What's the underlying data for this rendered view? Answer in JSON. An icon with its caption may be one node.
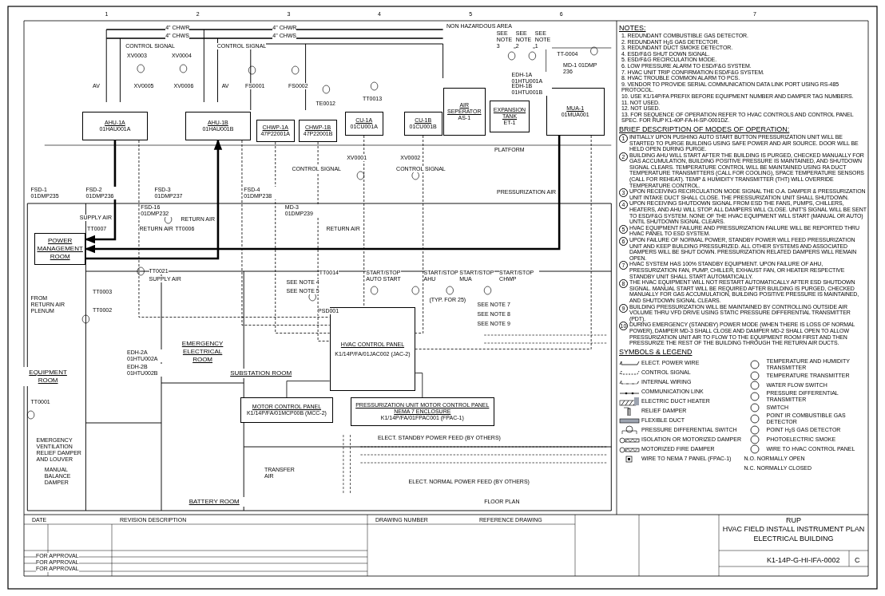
{
  "diagram": {
    "title": "HVAC FIELD INSTALL INSTRUMENT PLAN",
    "nodes": [
      {
        "text": [
          "AHU-1A",
          "01HAU001A"
        ]
      },
      {
        "text": [
          "AHU-1B",
          "01HAU001B"
        ]
      },
      {
        "text": [
          "CHWP-1A",
          "47P22001A"
        ]
      },
      {
        "text": [
          "CHWP-1B",
          "47P22001B"
        ]
      },
      {
        "text": [
          "CU-1A",
          "01CU001A"
        ]
      },
      {
        "text": [
          "CU-1B",
          "01CU001B"
        ]
      },
      {
        "text": [
          "AIR SEPERATOR",
          "AS-1"
        ]
      },
      {
        "text": [
          "EXPANSION TANK",
          "ET-1"
        ]
      },
      {
        "text": [
          "MUA-1",
          "01MUA001"
        ]
      },
      {
        "text": [
          "POWER MANAGEMENT ROOM"
        ]
      },
      {
        "text": [
          "EMERGENCY ELECTRICAL ROOM"
        ]
      },
      {
        "text": [
          "EQUIPMENT ROOM"
        ]
      },
      {
        "text": [
          "SUBSTATION ROOM"
        ]
      },
      {
        "text": [
          "BATTERY ROOM"
        ]
      },
      {
        "text": [
          "HVAC CONTROL PANEL",
          "K1/14P/FA/01JAC002 (JAC-2)"
        ]
      },
      {
        "text": [
          "MOTOR CONTROL PANEL",
          "K1/14P/FA/01MCP00B (MCC-2)"
        ]
      },
      {
        "text": [
          "PRESSURIZATION UNIT MOTOR CONTROL PANEL NEMA 7 ENCLOSURE",
          "K1/14P/FA/01FPAC001 (FPAC-1)"
        ]
      }
    ],
    "edges": [
      {
        "from": 0,
        "to": 9,
        "arrow": "to",
        "label": "SUPPLY AIR",
        "style": "thick"
      },
      {
        "from": 9,
        "to": 1,
        "arrow": "to",
        "label": "RETURN AIR",
        "style": "thick"
      },
      {
        "from": 8,
        "to": 9,
        "arrow": "to",
        "label": "PRESSURIZATION AIR",
        "style": "thick"
      },
      {
        "from": 0,
        "to": 14,
        "arrow": "none",
        "style": "dashed"
      },
      {
        "from": 1,
        "to": 14,
        "arrow": "none",
        "style": "dashed"
      },
      {
        "from": 4,
        "to": 14,
        "arrow": "none",
        "style": "dashed"
      },
      {
        "from": 5,
        "to": 14,
        "arrow": "none",
        "style": "dashed"
      },
      {
        "from": 8,
        "to": 14,
        "arrow": "none",
        "style": "dashed"
      },
      {
        "from": 2,
        "to": 14,
        "arrow": "none",
        "style": "dashed"
      },
      {
        "from": 3,
        "to": 14,
        "arrow": "none",
        "style": "dashed"
      },
      {
        "from": 15,
        "to": 14,
        "arrow": "none"
      },
      {
        "from": 16,
        "to": 14,
        "arrow": "none"
      }
    ],
    "labels": [
      "1",
      "2",
      "3",
      "4",
      "5",
      "6",
      "7",
      "4\" CHWR",
      "4\" CHWS",
      "CONTROL SIGNAL",
      "CONTROL SIGNAL",
      "XV0003",
      "XV0004",
      "AV",
      "XV0005",
      "XV0006",
      "AV",
      "4\" CHWR",
      "4\" CHWS",
      "FS0001",
      "FS0002",
      "TE0012",
      "TT0013",
      "NON HAZARDOUS AREA",
      "SEE NOTE 3",
      "SEE NOTE 2",
      "SEE NOTE 1",
      "TT-0004",
      "MD-1 01DMP 236",
      "EDH-1A 01HTU001A",
      "EDH-1B 01HTU001B",
      "XV0001",
      "CONTROL SIGNAL",
      "XV0002",
      "CONTROL SIGNAL",
      "PLATFORM",
      "FSD-1 01DMP235",
      "FSD-2 01DMP236",
      "FSD-3 01DMP237",
      "FSD-4 01DMP238",
      "TT0007",
      "TT0006",
      "FSD-16 01DMP232",
      "RETURN AIR",
      "TT0021",
      "SUPPLY AIR",
      "MD-3 01DMP239",
      "RETURN AIR",
      "TT0014",
      "SEE NOTE 4",
      "SEE NOTE 5",
      "START/STOP AUTO START",
      "START/STOP AHU",
      "START/STOP MUA",
      "START/STOP CHWP",
      "SEE NOTE 7",
      "SEE NOTE 8",
      "SEE NOTE 9",
      "(TYP. FOR 25)",
      "PSD001",
      "ELECT. STANDBY POWER FEED (BY OTHERS)",
      "EMERGENCY VENTILATION RELIEF DAMPER AND LOUVER",
      "MANUAL BALANCE DAMPER",
      "TRANSFER AIR",
      "ELECT. NORMAL POWER FEED (BY OTHERS)",
      "FLOOR PLAN",
      "FROM RETURN AIR PLENUM",
      "EDH-2A 01HTU002A",
      "EDH-2B 01HTU002B",
      "TT0002",
      "TT0001",
      "TT0003",
      "DATE",
      "REVISION DESCRIPTION",
      "DRAWING NUMBER",
      "REFERENCE DRAWING",
      "FOR APPROVAL",
      "FOR APPROVAL",
      "FOR APPROVAL",
      "RUP",
      "ELECTRICAL BUILDING",
      "K1-14P-G-HI-IFA-0002",
      "C",
      "NOTES:",
      "1. REDUNDANT COMBUSTIBLE GAS DETECTOR.",
      "2. REDUNDANT H$_{2}$S GAS DETECTOR.",
      "3. REDUNDANT DUCT SMOKE DETECTOR.",
      "4. ESD/F&G SHUT DOWN SIGNAL.",
      "5. ESD/F&G RECIRCULATION MODE.",
      "6. LOW PRESSURE ALARM TO ESD/F&G SYSTEM.",
      "7. HVAC UNIT TRIP CONFIRMATION ESD/F&G SYSTEM.",
      "8. HVAC TROUBLE COMMON ALARM TO PCS.",
      "9. VENDOR TO PROVIDE SERIAL COMMUNICATION DATA LINK PORT USING RS-485 PROTOCOL.",
      "10. USE K1/14P/FA PREFIX BEFORE EQUIPMENT NUMBER AND DAMPER TAG NUMBERS.",
      "11. NOT USED.",
      "12. NOT USED.",
      "13. FOR SEQUENCE OF OPERATION REFER TO HVAC CONTROLS AND CONTROL PANEL SPEC. FOR RUP K1-40P-FA-H-SP-0001DZ.",
      "BRIEF DESCRIPTION OF MODES OF OPERATION:",
      "1",
      "INITIALLY UPON PUSHING AUTO START BUTTON PRESSURIZATION UNIT WILL BE STARTED TO PURGE BUILDING USING SAFE POWER AND AIR SOURCE. DOOR WILL BE HELD OPEN DURING PURGE.",
      "2",
      "BUILDING AHU WILL START AFTER THE BUILDING IS PURGED, CHECKED MANUALLY FOR GAS ACCUMULATION, BUILDING POSITIVE PRESSURE IS MAINTAINED, AND SHUTDOWN SIGNAL CLEARS. TEMPERATURE CONTROL WILL BE MAINTAINED USING RA DUCT TEMPERATURE TRANSMITTERS (CALL FOR COOLING), SPACE TEMPERATURE SENSORS (CALL FOR REHEAT). TEMP & HUMIDITY TRANSMITTER (THT) WILL OVERRIDE TEMPERATURE CONTROL.",
      "3",
      "UPON RECEIVING RECIRCULATION MODE SIGNAL THE O.A. DAMPER & PRESSURIZATION UNIT INTAKE DUCT SHALL CLOSE. THE PRESSURIZATION UNIT SHALL SHUTDOWN.",
      "4",
      "UPON RECEIVING SHUTDOWN SIGNAL FROM ESD THE FANS, PUMPS, CHILLERS, HEATERS, AND AHU WILL STOP. ALL DAMPERS WILL CLOSE. UNIT'S SIGNAL WILL BE SENT TO ESD/F&G SYSTEM. NONE OF THE HVAC EQUIPMENT WILL START (MANUAL OR AUTO) UNTIL SHUTDOWN SIGNAL CLEARS.",
      "5",
      "HVAC EQUIPMENT FAILURE AND PRESSURIZATION FAILURE WILL BE REPORTED THRU HVAC PANEL TO ESD SYSTEM.",
      "6",
      "UPON FAILURE OF NORMAL POWER, STANDBY POWER WILL FEED PRESSURIZATION UNIT AND KEEP BUILDING PRESSURIZED. ALL OTHER SYSTEMS AND ASSOCIATED DAMPERS WILL BE SHUT DOWN. PRESSURIZATION RELATED DAMPERS WILL REMAIN OPEN.",
      "7",
      "HVAC SYSTEM HAS 100% STANDBY EQUIPMENT. UPON FAILURE OF AHU, PRESSURIZATION FAN, PUMP, CHILLER, EXHAUST FAN, OR HEATER RESPECTIVE STANDBY UNIT SHALL START AUTOMATICALLY.",
      "8",
      "THE HVAC EQUIPMENT WILL NOT RESTART AUTOMATICALLY AFTER ESD SHUTDOWN SIGNAL. MANUAL START WILL BE REQUIRED AFTER BUILDING IS PURGED, CHECKED MANUALLY FOR GAS ACCUMULATION, BUILDING POSITIVE PRESSURE IS MAINTAINED, AND SHUTDOWN SIGNAL CLEARS.",
      "9",
      "BUILDING PRESSURIZATION WILL BE MAINTAINED BY CONTROLLING OUTSIDE AIR VOLUME THRU VFD DRIVE USING STATIC PRESSURE DIFFERENTIAL TRANSMITTER (PDT).",
      "10",
      "DURING EMERGENCY (STANDBY) POWER MODE (WHEN THERE IS LOSS OF NORMAL POWER), DAMPER MD-3 SHALL CLOSE AND DAMPER MD-2 SHALL OPEN TO ALLOW PRESSURIZATION UNIT AIR TO FLOW TO THE EQUIPMENT ROOM FIRST AND THEN PRESSURIZE THE REST OF THE BUILDING THROUGH THE RETURN AIR DUCTS.",
      "SYMBOLS & LEGEND"
    ],
    "legend": [
      {
        "text": "ELECT. POWER WIRE"
      },
      {
        "text": "CONTROL SIGNAL"
      },
      {
        "text": "INTERNAL WIRING"
      },
      {
        "text": "COMMUNICATION LINK"
      },
      {
        "text": "ELECTRIC DUCT HEATER"
      },
      {
        "text": "RELIEF DAMPER"
      },
      {
        "text": "FLEXIBLE DUCT"
      },
      {
        "text": "PRESSURE DIFFERENTIAL SWITCH"
      },
      {
        "text": "ISOLATION OR MOTORIZED DAMPER"
      },
      {
        "text": "MOTORIZED FIRE DAMPER"
      },
      {
        "text": "WIRE TO NEMA 7 PANEL (FPAC-1)"
      },
      {
        "text": "TEMPERATURE AND HUMIDITY TRANSMITTER"
      },
      {
        "text": "TEMPERATURE TRANSMITTER"
      },
      {
        "text": "WATER FLOW SWITCH"
      },
      {
        "text": "PRESSURE DIFFERENTIAL TRANSMITTER"
      },
      {
        "text": "SWITCH"
      },
      {
        "text": "POINT IR COMBUSTIBLE GAS DETECTOR"
      },
      {
        "text": "POINT H$_{2}$S GAS DETECTOR"
      },
      {
        "text": "PHOTOELECTRIC SMOKE"
      },
      {
        "text": "WIRE TO HVAC CONTROL PANEL"
      },
      {
        "text": "N.O. NORMALLY OPEN"
      },
      {
        "text": "N.C. NORMALLY CLOSED"
      }
    ]
  }
}
